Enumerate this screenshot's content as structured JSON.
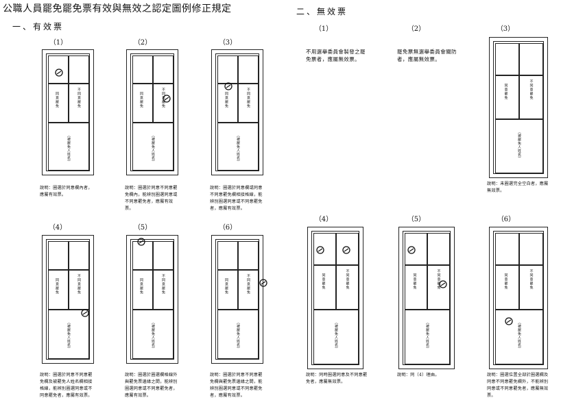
{
  "page_title": "公職人員罷免罷免票有效與無效之認定圖例修正規定",
  "valid": {
    "heading": "一、有效票",
    "items": [
      {
        "num": "（1）",
        "caption": "說明：圈選於同意欄內者，應屬有效票。"
      },
      {
        "num": "（2）",
        "caption": "說明：圈選於同意不同意罷免欄內，能辨別圈選同意或不同意罷免者，應屬有效票。"
      },
      {
        "num": "（3）",
        "caption": "說明：圈選於同意欄或同意不同意罷免欄相接格線，能辨別圈選同意或不同意罷免者，應屬有效票。"
      },
      {
        "num": "（4）",
        "caption": "說明：圈選於同意不同意罷免欄及被罷免人姓名欄相接格線，能辨別圈選同意或不同意罷免者，應屬有效票。"
      },
      {
        "num": "（5）",
        "caption": "說明：圈選於圈選欄格線外與罷免票邊緣之間，能辨別圈選同意或不同意罷免者，應屬有效票。"
      },
      {
        "num": "（6）",
        "caption": "說明：圈選於同意不同意罷免欄與罷免票邊緣之間，能辨別圈選同意或不同意罷免者，應屬有效票。"
      }
    ]
  },
  "invalid": {
    "heading": "二、無效票",
    "items": [
      {
        "num": "（1）",
        "caption": "不用選舉委員會製發之罷免票者，應屬無效票。"
      },
      {
        "num": "（2）",
        "caption": "罷免票無選舉委員會關防者，應屬無效票。"
      },
      {
        "num": "（3）",
        "caption": "說明：未圈選完全空白者，應屬無效票。"
      },
      {
        "num": "（4）",
        "caption": "說明：同時圈選同意及不同意罷免者，應屬無效票。"
      },
      {
        "num": "（5）",
        "caption": "說明：同（4）理由。"
      },
      {
        "num": "（6）",
        "caption": "說明：圈選位置全部於圈選欄及同意不同意罷免欄外，不能辨別同意或不同意罷免者，應屬無效票。"
      }
    ]
  },
  "ballot_labels": {
    "agree": "同意罷免",
    "disagree": "不同意罷免",
    "name_field": "（被罷免人姓名）"
  }
}
